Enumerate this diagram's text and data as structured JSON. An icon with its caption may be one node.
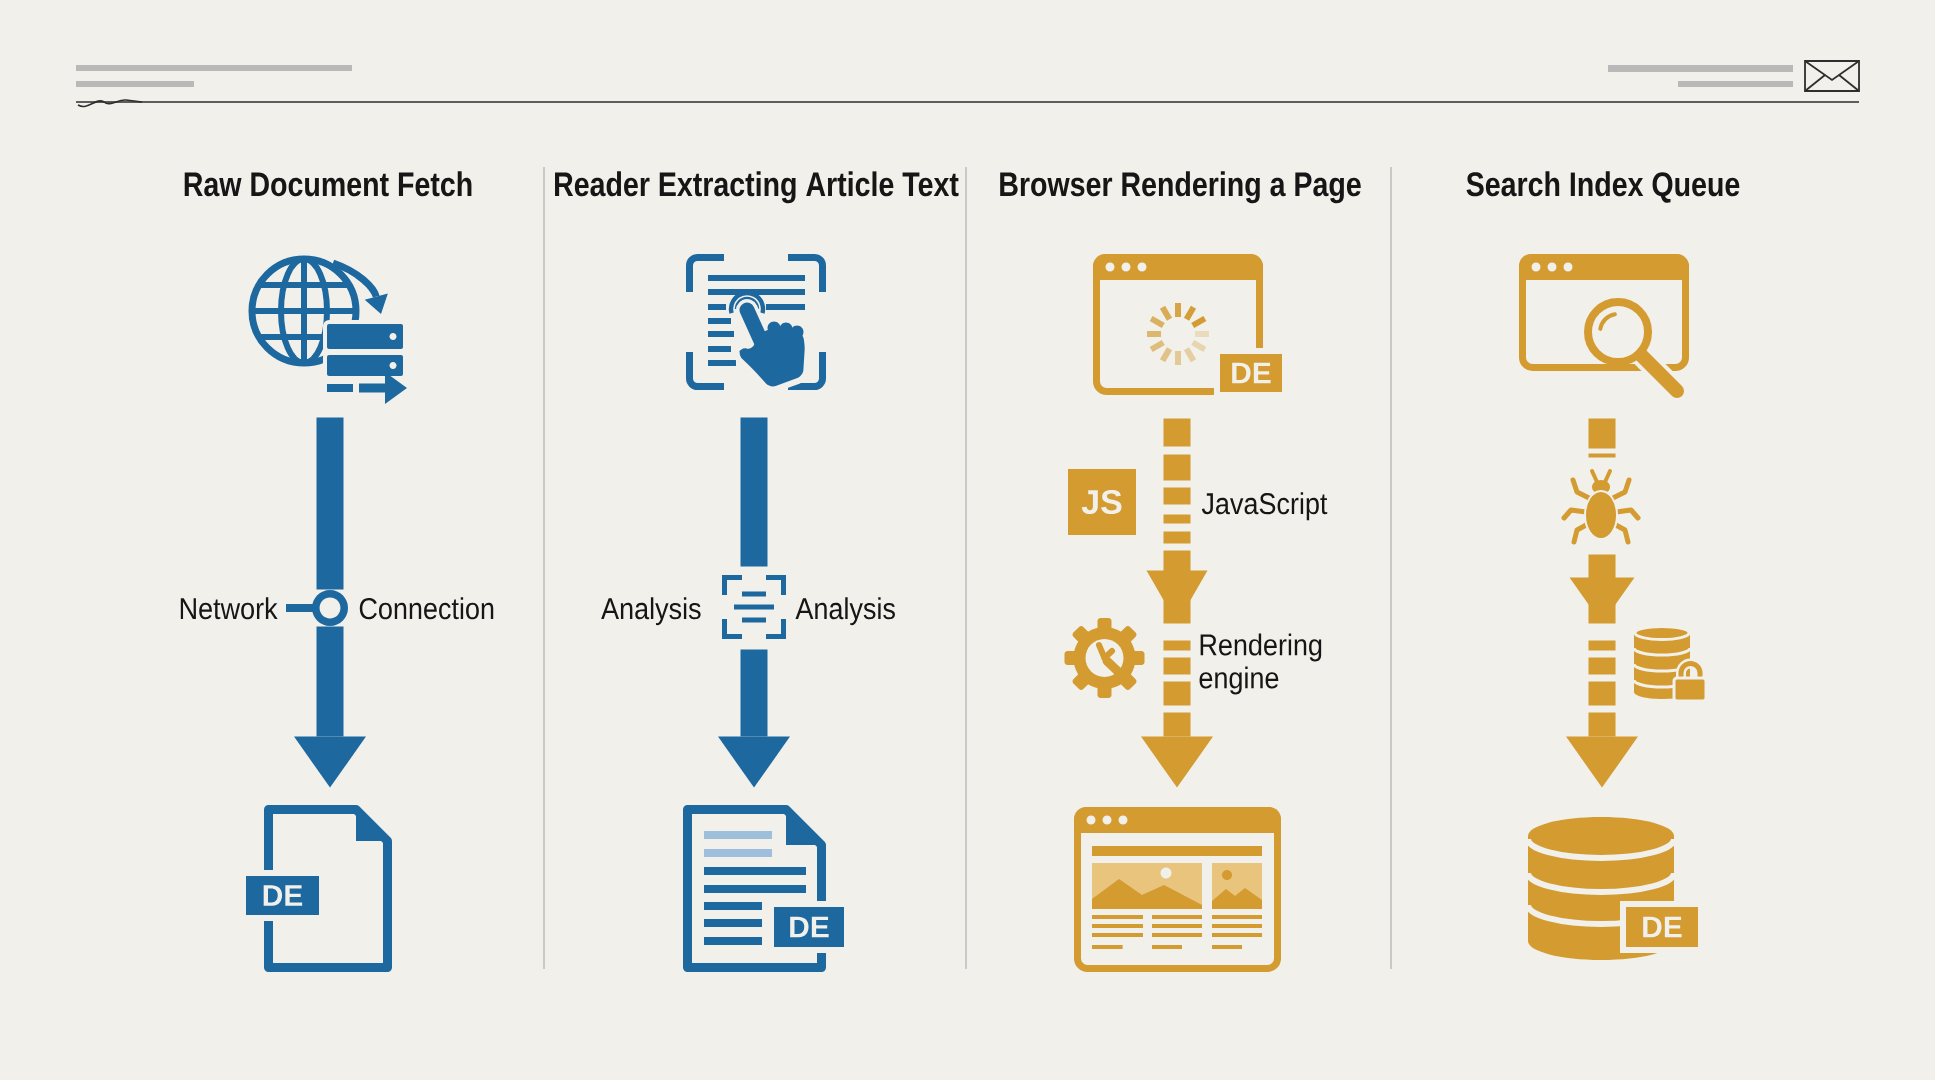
{
  "diagram": {
    "nodes": [
      {
        "text": [],
        "shape": "picture"
      },
      {
        "text": [],
        "shape": "circle",
        "beside": [
          "Network",
          "Connection"
        ]
      },
      {
        "text": [
          "DE"
        ]
      },
      {
        "text": [],
        "shape": "picture"
      },
      {
        "text": [],
        "shape": "picture",
        "beside": [
          "Analysis",
          "Analysis"
        ]
      },
      {
        "text": [
          "DE"
        ]
      },
      {
        "text": [
          "DE"
        ]
      },
      {
        "text": [
          "JS"
        ],
        "beside": [
          "JavaScript"
        ]
      },
      {
        "text": [],
        "shape": "picture",
        "beside": [
          "Rendering engine"
        ]
      },
      {
        "text": [],
        "shape": "picture"
      },
      {
        "text": [],
        "shape": "picture"
      },
      {
        "text": [],
        "shape": "picture"
      },
      {
        "text": [],
        "shape": "picture"
      },
      {
        "text": [
          "DE"
        ]
      }
    ],
    "edges": [
      {
        "from": 0,
        "to": 1,
        "arrow": "none"
      },
      {
        "from": 1,
        "to": 2,
        "arrow": "to"
      },
      {
        "from": 3,
        "to": 4,
        "arrow": "none"
      },
      {
        "from": 4,
        "to": 5,
        "arrow": "to"
      },
      {
        "from": 6,
        "to": 9,
        "arrow": "to",
        "style": "dashed",
        "color": "#d39b30"
      },
      {
        "from": 10,
        "to": 11,
        "arrow": "none",
        "style": "dashed",
        "color": "#d39b30"
      },
      {
        "from": 11,
        "to": 13,
        "arrow": "to",
        "style": "dashed",
        "color": "#d39b30"
      }
    ],
    "labels": [
      "Raw Document Fetch",
      "Reader Extracting Article Text",
      "Browser Rendering a Page",
      "Search Index Queue"
    ]
  }
}
